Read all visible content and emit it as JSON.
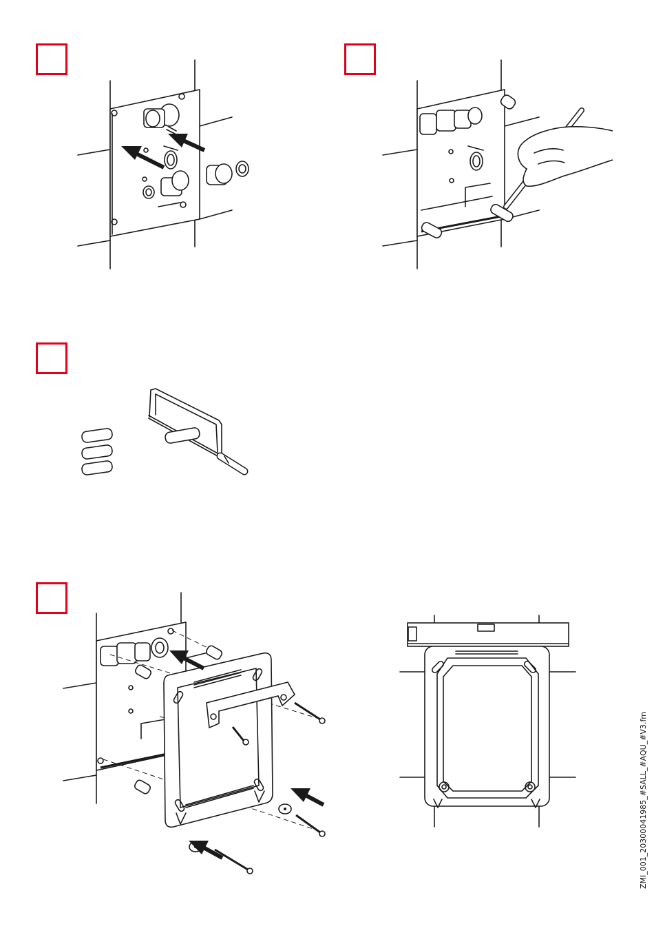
{
  "page": {
    "footer_code": "ZMI_001_20300041985_#SALL_#AQU_#V3.fm",
    "accent_color": "#e3001b"
  },
  "steps": [
    {
      "id": "step-1",
      "number": ""
    },
    {
      "id": "step-2",
      "number": ""
    },
    {
      "id": "step-3",
      "number": ""
    },
    {
      "id": "step-4",
      "number": ""
    }
  ]
}
